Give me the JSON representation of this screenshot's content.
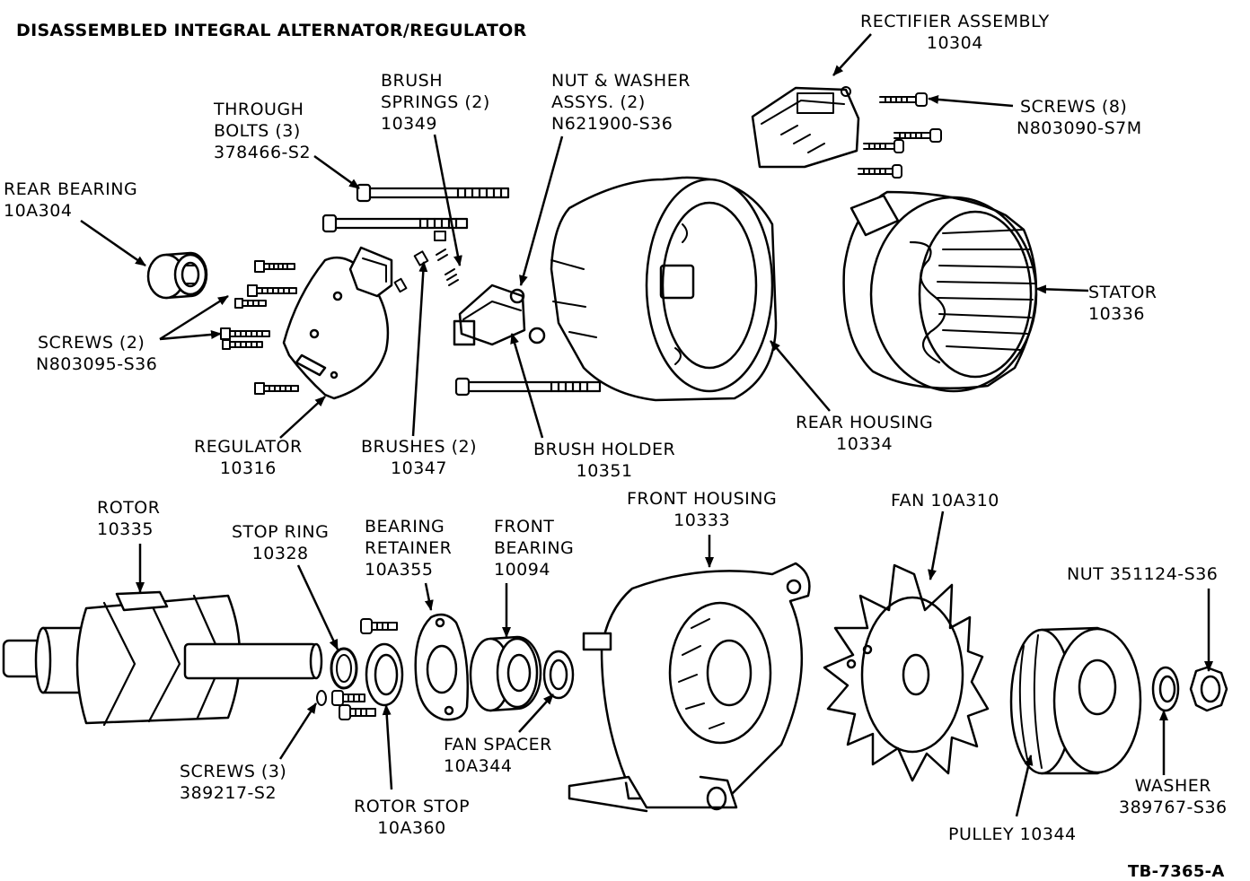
{
  "title": "DISASSEMBLED INTEGRAL ALTERNATOR/REGULATOR",
  "figure_id": "TB-7365-A",
  "labels": {
    "rectifier": {
      "name": "RECTIFIER ASSEMBLY",
      "part": "10304"
    },
    "screws8": {
      "name": "SCREWS (8)",
      "part": "N803090-S7M"
    },
    "brush_springs": {
      "name1": "BRUSH",
      "name2": "SPRINGS (2)",
      "part": "10349"
    },
    "nut_washer": {
      "name1": "NUT & WASHER",
      "name2": "ASSYS. (2)",
      "part": "N621900-S36"
    },
    "through_bolts": {
      "name1": "THROUGH",
      "name2": "BOLTS (3)",
      "part": "378466-S2"
    },
    "rear_bearing": {
      "name": "REAR BEARING",
      "part": "10A304"
    },
    "stator": {
      "name": "STATOR",
      "part": "10336"
    },
    "screws2": {
      "name": "SCREWS (2)",
      "part": "N803095-S36"
    },
    "regulator": {
      "name": "REGULATOR",
      "part": "10316"
    },
    "brushes": {
      "name": "BRUSHES (2)",
      "part": "10347"
    },
    "brush_holder": {
      "name": "BRUSH HOLDER",
      "part": "10351"
    },
    "rear_housing": {
      "name": "REAR HOUSING",
      "part": "10334"
    },
    "rotor": {
      "name": "ROTOR",
      "part": "10335"
    },
    "stop_ring": {
      "name": "STOP RING",
      "part": "10328"
    },
    "bearing_retainer": {
      "name1": "BEARING",
      "name2": "RETAINER",
      "part": "10A355"
    },
    "front_bearing": {
      "name1": "FRONT",
      "name2": "BEARING",
      "part": "10094"
    },
    "front_housing": {
      "name": "FRONT HOUSING",
      "part": "10333"
    },
    "fan": {
      "name": "FAN 10A310"
    },
    "nut": {
      "name": "NUT 351124-S36"
    },
    "fan_spacer": {
      "name": "FAN SPACER",
      "part": "10A344"
    },
    "screws3": {
      "name": "SCREWS (3)",
      "part": "389217-S2"
    },
    "rotor_stop": {
      "name": "ROTOR STOP",
      "part": "10A360"
    },
    "pulley": {
      "name": "PULLEY 10344"
    },
    "washer": {
      "name": "WASHER",
      "part": "389767-S36"
    }
  }
}
